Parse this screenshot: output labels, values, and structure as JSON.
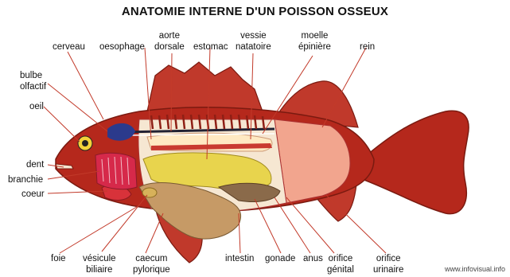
{
  "title": "ANATOMIE INTERNE D'UN POISSON OSSEUX",
  "footer": "www.infovisual.info",
  "labels": {
    "cerveau": "cerveau",
    "oesophage": "oesophage",
    "aorte_l1": "aorte",
    "aorte_l2": "dorsale",
    "estomac": "estomac",
    "vessie_l1": "vessie",
    "vessie_l2": "natatoire",
    "moelle_l1": "moelle",
    "moelle_l2": "épinière",
    "rein": "rein",
    "bulbe_l1": "bulbe",
    "bulbe_l2": "olfactif",
    "oeil": "oeil",
    "dent": "dent",
    "branchie": "branchie",
    "coeur": "coeur",
    "foie": "foie",
    "vesicule_l1": "vésicule",
    "vesicule_l2": "biliaire",
    "caecum_l1": "caecum",
    "caecum_l2": "pylorique",
    "intestin": "intestin",
    "gonade": "gonade",
    "anus": "anus",
    "orifice_genital_l1": "orifice",
    "orifice_genital_l2": "génital",
    "orifice_urinaire_l1": "orifice",
    "orifice_urinaire_l2": "urinaire"
  },
  "colors": {
    "body": "#b5281c",
    "fin": "#c0392b",
    "muscle": "#f2a58e",
    "liver": "#c69a66",
    "stomach": "#e8d44d",
    "gill": "#d6294a",
    "brain": "#2b3a8c",
    "line": "#c23a2a"
  }
}
